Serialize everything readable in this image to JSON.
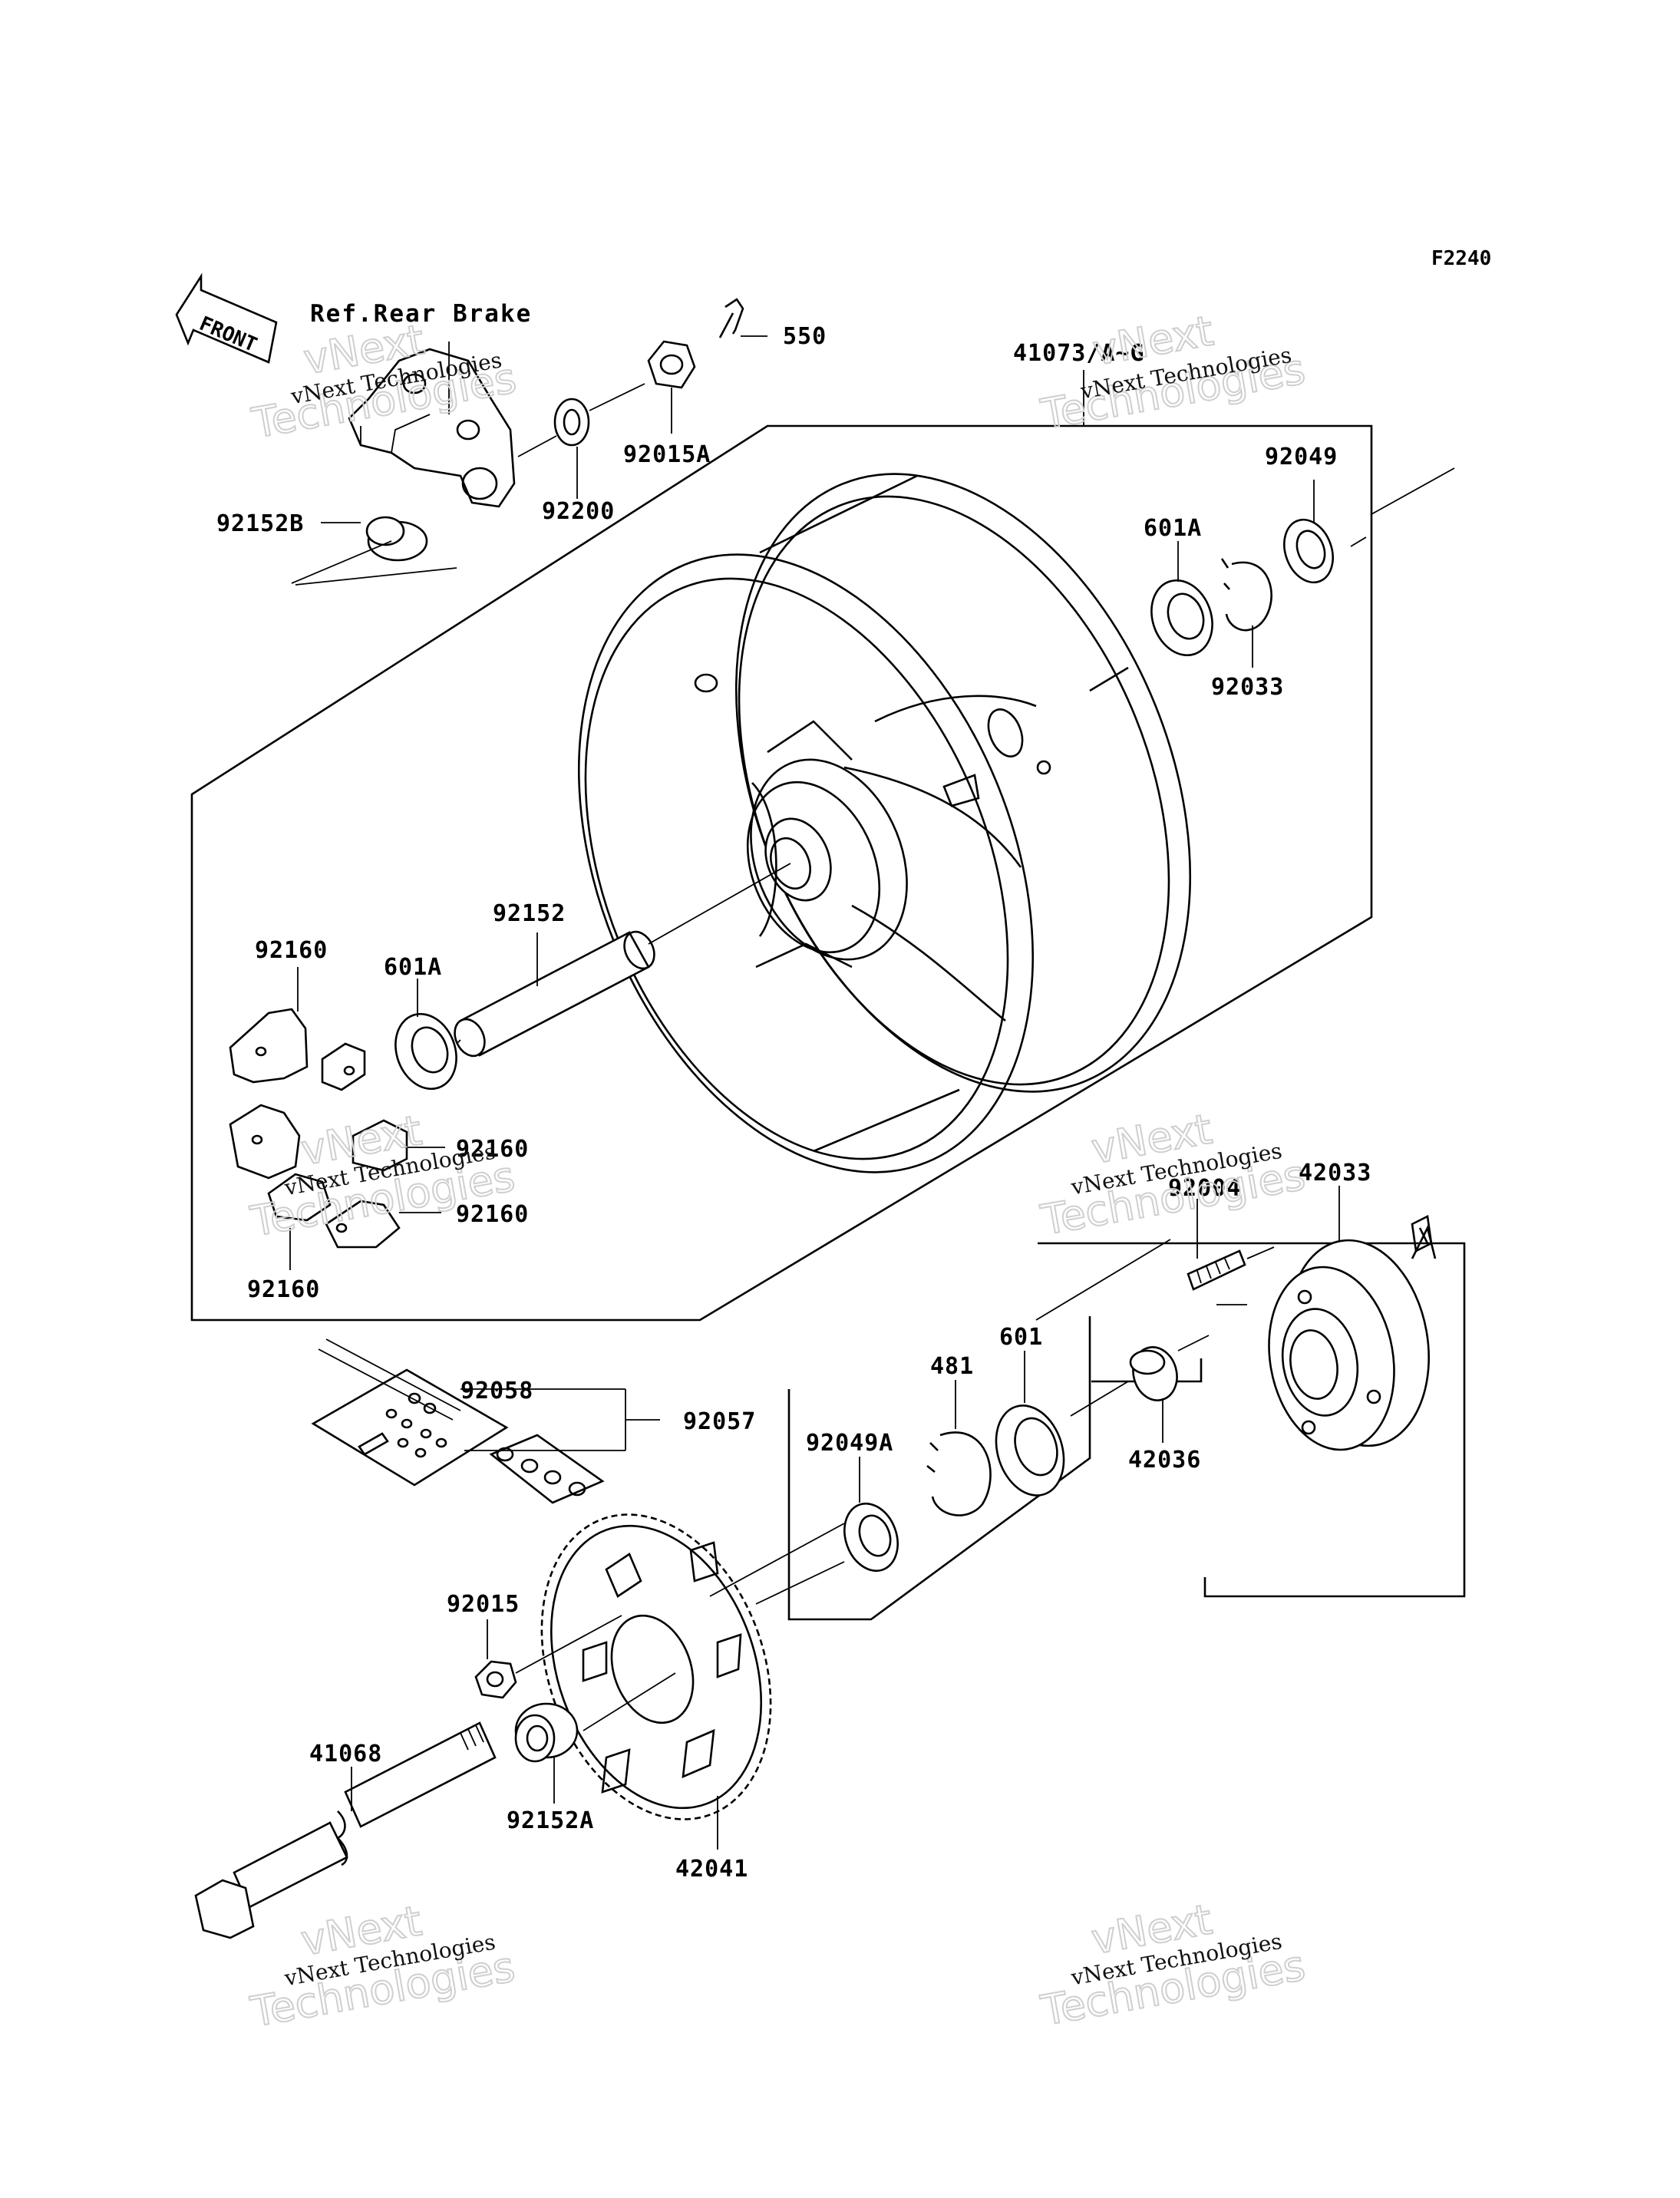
{
  "figure_code": "F2240",
  "ref_label": "Ref.Rear Brake",
  "front_label": "FRONT",
  "watermark": {
    "small_text": "vNext Technologies",
    "big_line1": "vNext",
    "big_line2": "Technologies"
  },
  "parts": {
    "p550": "550",
    "p41073": "41073/A~G",
    "p92015A": "92015A",
    "p92200": "92200",
    "p92152B": "92152B",
    "p92049": "92049",
    "p601A_top": "601A",
    "p92033": "92033",
    "p92152": "92152",
    "p92160_a": "92160",
    "p601A_left": "601A",
    "p92160_b": "92160",
    "p92160_c": "92160",
    "p92160_d": "92160",
    "p42033": "42033",
    "p92004": "92004",
    "p92058": "92058",
    "p92057": "92057",
    "p601": "601",
    "p481": "481",
    "p92049A": "92049A",
    "p42036": "42036",
    "p92015": "92015",
    "p41068": "41068",
    "p92152A": "92152A",
    "p42041": "42041"
  }
}
